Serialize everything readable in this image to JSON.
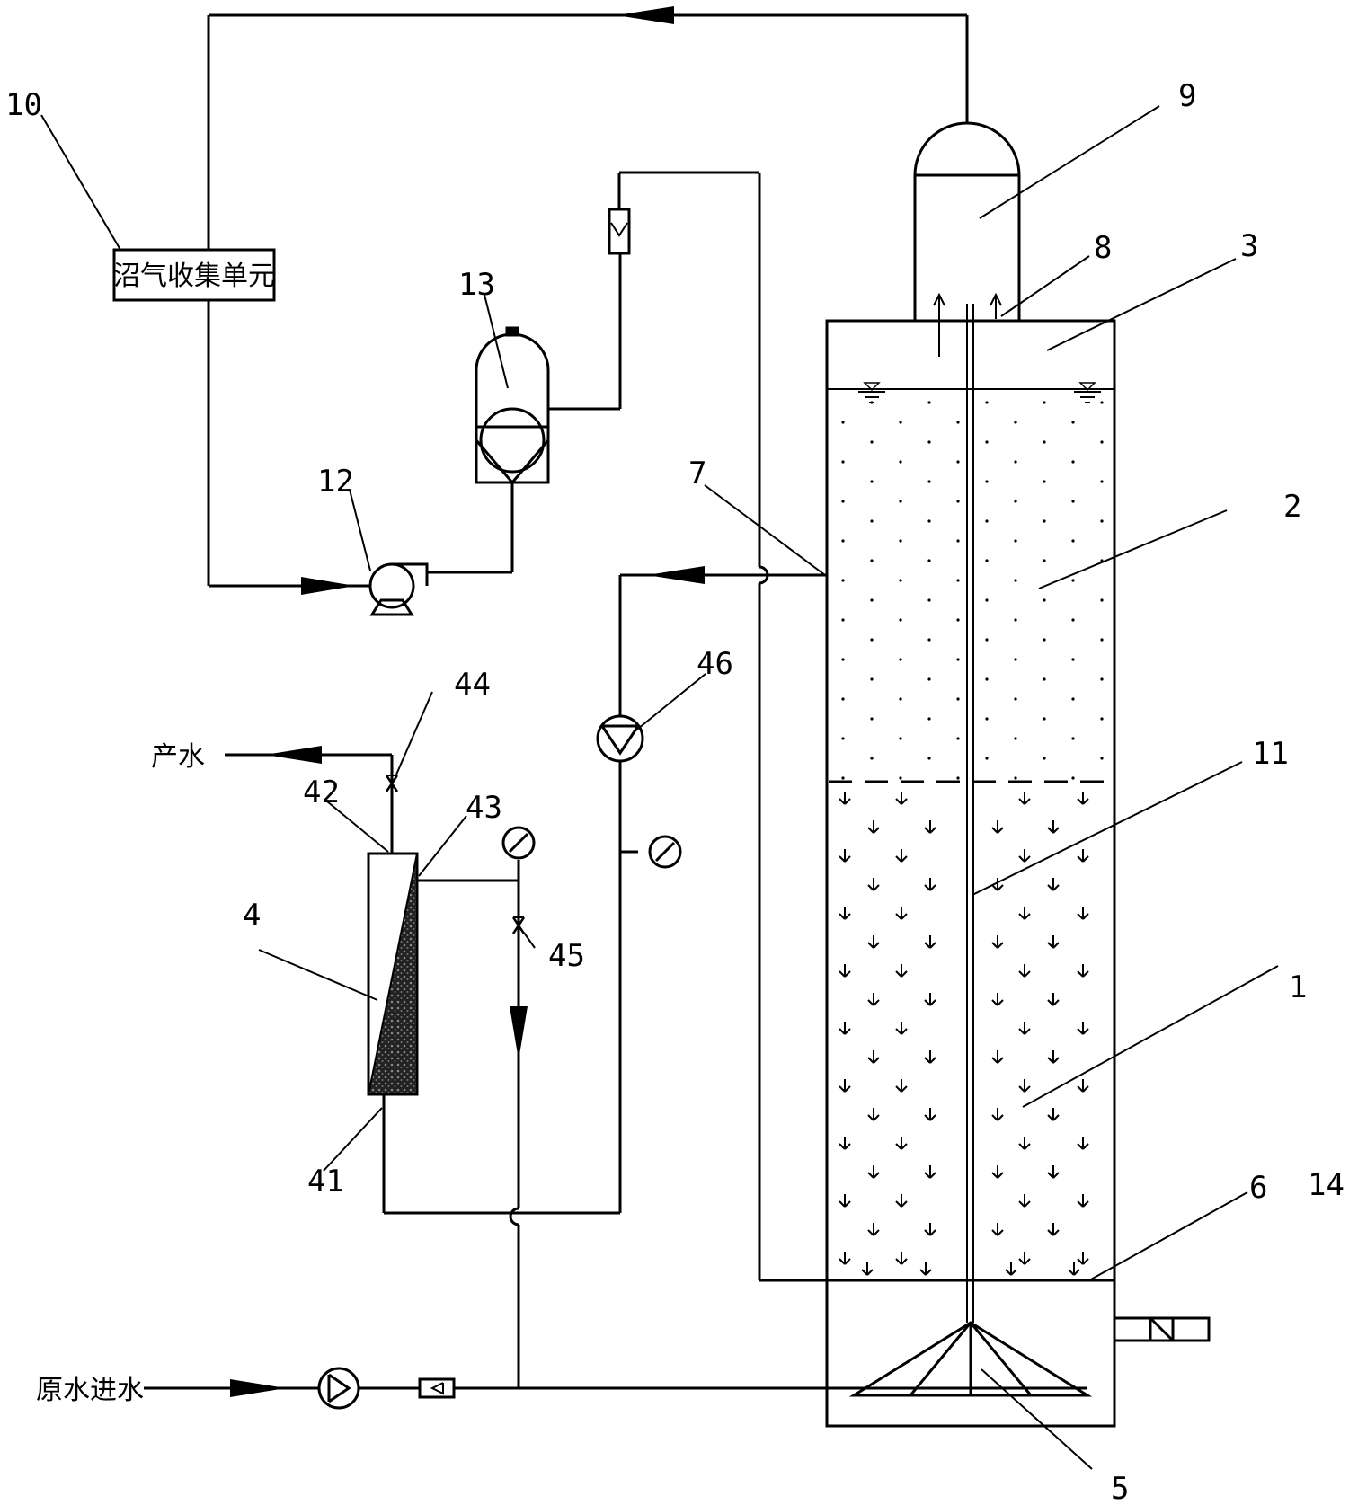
{
  "labels": {
    "n1": "1",
    "n2": "2",
    "n3": "3",
    "n4": "4",
    "n5": "5",
    "n6": "6",
    "n7": "7",
    "n8": "8",
    "n9": "9",
    "n10": "10",
    "n11": "11",
    "n12": "12",
    "n13": "13",
    "n14": "14",
    "n41": "41",
    "n42": "42",
    "n43": "43",
    "n44": "44",
    "n45": "45",
    "n46": "46"
  },
  "text": {
    "biogas_unit": "沼气收集单元",
    "product_water": "产水",
    "raw_water_inlet": "原水进水"
  }
}
